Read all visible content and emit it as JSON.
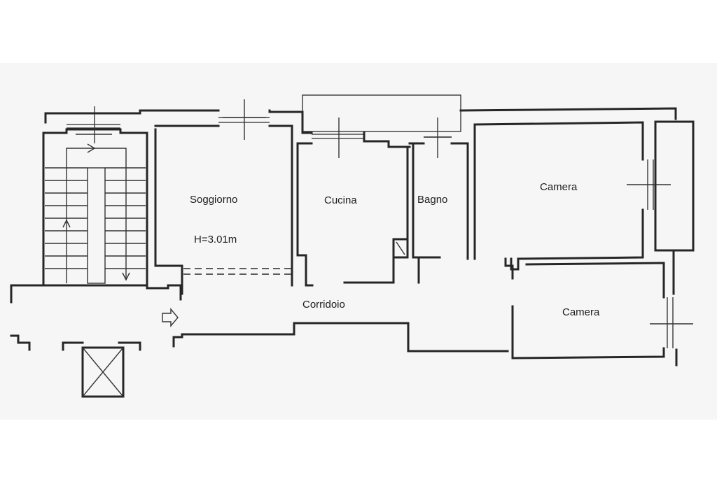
{
  "rooms": {
    "soggiorno": "Soggiorno",
    "height_note": "H=3.01m",
    "cucina": "Cucina",
    "bagno": "Bagno",
    "camera_1": "Camera",
    "camera_2": "Camera",
    "corridoio": "Corridoio"
  },
  "colors": {
    "wall": "#262626",
    "paper": "#f6f6f6",
    "background": "#ffffff"
  }
}
